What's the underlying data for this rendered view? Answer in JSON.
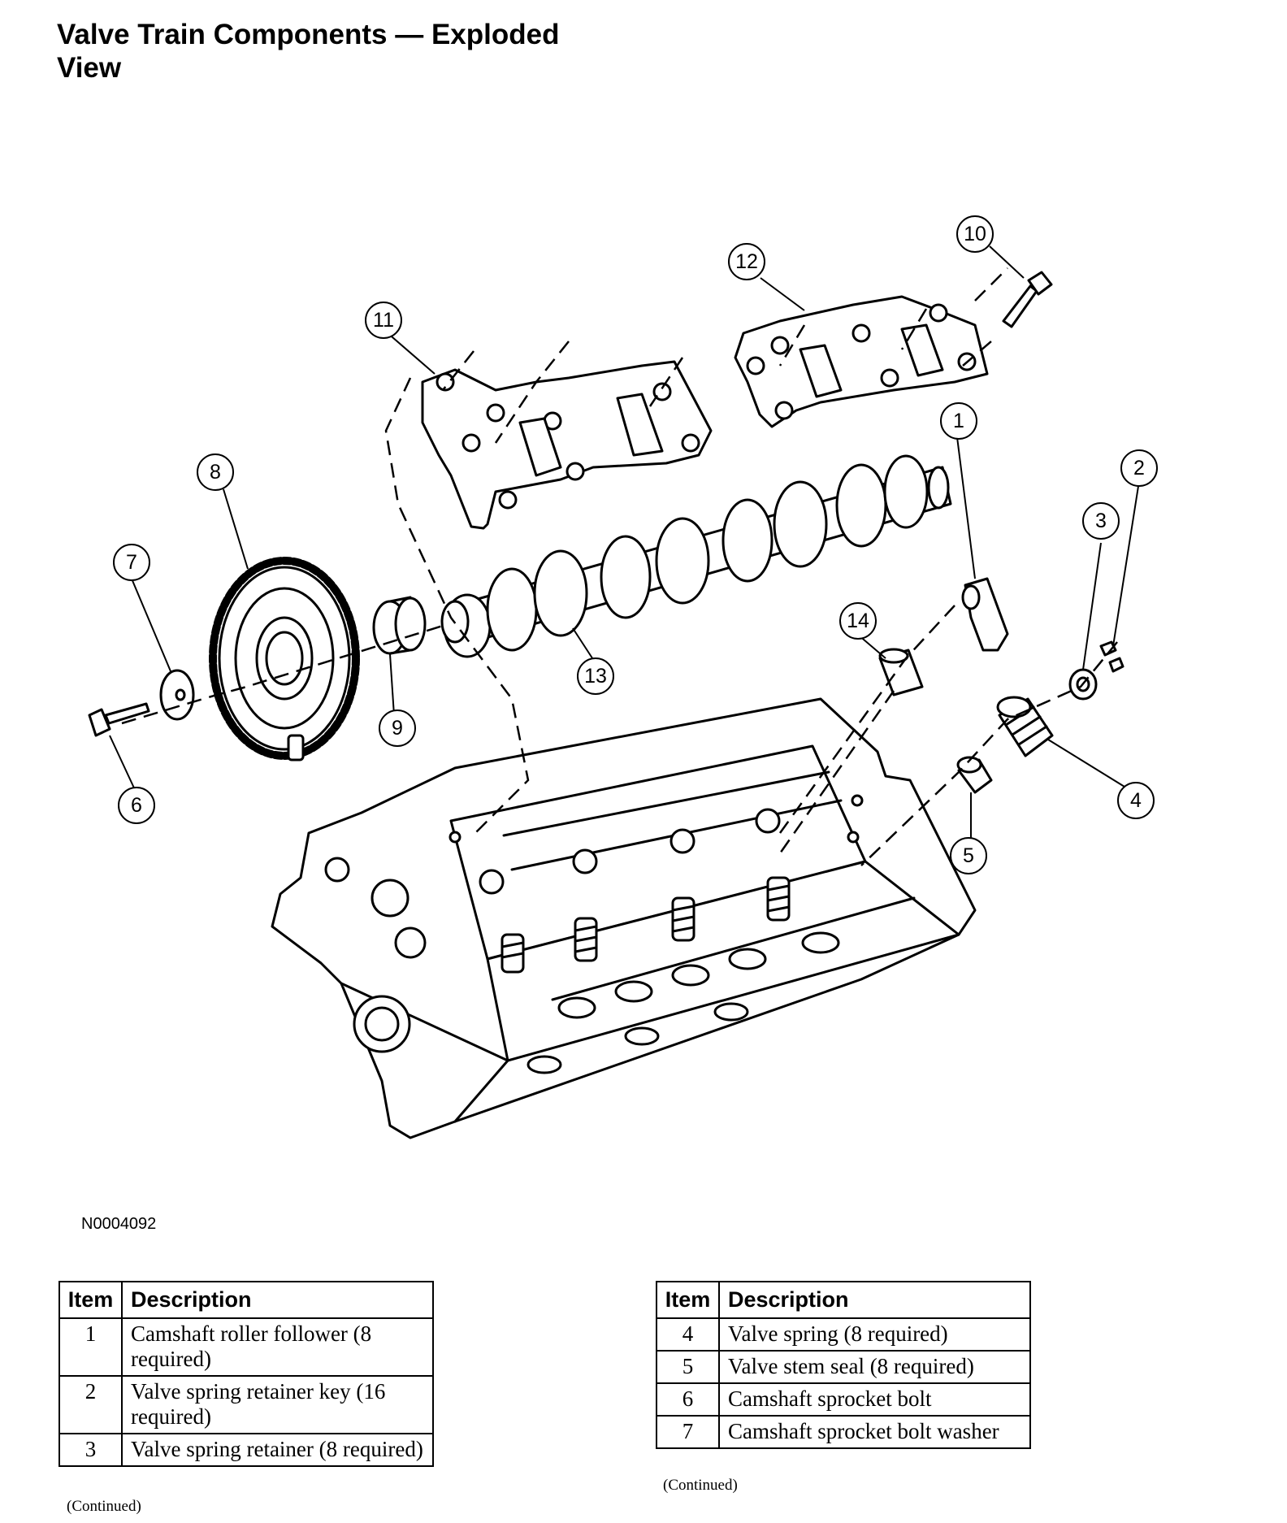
{
  "title": {
    "line1": "Valve Train Components — Exploded",
    "line2": "View"
  },
  "figure_code": "N0004092",
  "callouts": [
    "1",
    "2",
    "3",
    "4",
    "5",
    "6",
    "7",
    "8",
    "9",
    "10",
    "11",
    "12",
    "13",
    "14"
  ],
  "table_left": {
    "headers": {
      "item": "Item",
      "description": "Description"
    },
    "rows": [
      {
        "item": "1",
        "description": "Camshaft roller follower (8 required)"
      },
      {
        "item": "2",
        "description": "Valve spring retainer key (16 required)"
      },
      {
        "item": "3",
        "description": "Valve spring retainer (8 required)"
      }
    ],
    "continued": "(Continued)"
  },
  "table_right": {
    "headers": {
      "item": "Item",
      "description": "Description"
    },
    "rows": [
      {
        "item": "4",
        "description": "Valve spring (8 required)"
      },
      {
        "item": "5",
        "description": "Valve stem seal (8 required)"
      },
      {
        "item": "6",
        "description": "Camshaft sprocket bolt"
      },
      {
        "item": "7",
        "description": "Camshaft sprocket bolt washer"
      }
    ],
    "continued": "(Continued)"
  }
}
